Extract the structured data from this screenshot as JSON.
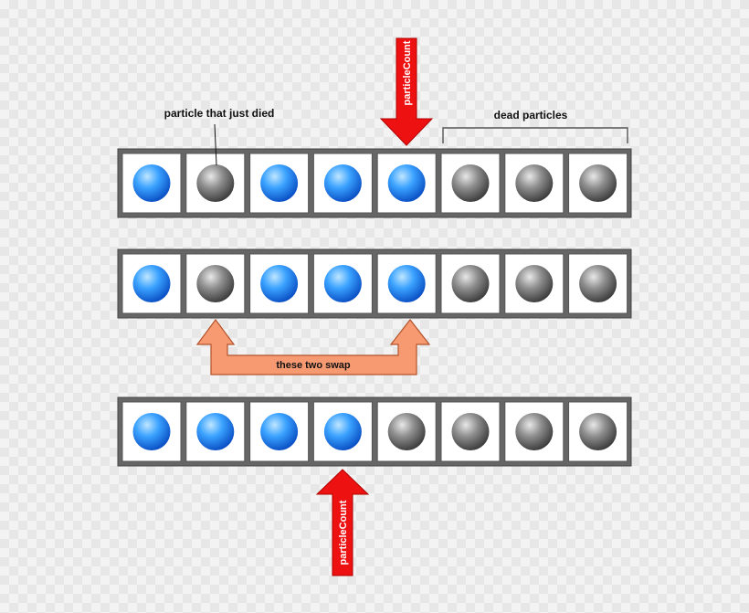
{
  "labels": {
    "just_died": "particle that just died",
    "dead_particles": "dead particles",
    "swap": "these two swap",
    "particle_count_top": "particleCount",
    "particle_count_bottom": "particleCount"
  },
  "arrays": [
    {
      "name": "row-before",
      "cells": [
        "alive",
        "dead",
        "alive",
        "alive",
        "alive",
        "dead",
        "dead",
        "dead"
      ]
    },
    {
      "name": "row-swap",
      "cells": [
        "alive",
        "dead",
        "alive",
        "alive",
        "alive",
        "dead",
        "dead",
        "dead"
      ]
    },
    {
      "name": "row-after",
      "cells": [
        "alive",
        "alive",
        "alive",
        "alive",
        "dead",
        "dead",
        "dead",
        "dead"
      ]
    }
  ],
  "colors": {
    "alive": "#1e88f0",
    "dead": "#808080",
    "pointer_arrow": "#ee1111",
    "swap_arrow": "#f79a72",
    "array_frame": "#666666"
  }
}
